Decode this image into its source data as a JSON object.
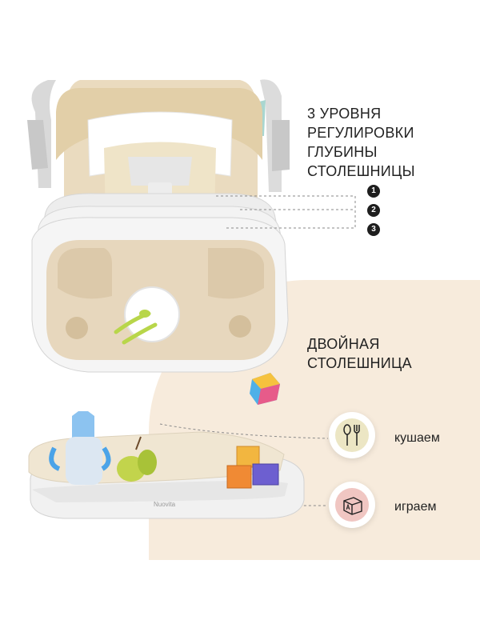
{
  "headings": {
    "depth_levels_line1": "3 УРОВНЯ РЕГУЛИРОВКИ",
    "depth_levels_line2": "ГЛУБИНЫ СТОЛЕШНИЦЫ",
    "double_tray_line1": "ДВОЙНАЯ",
    "double_tray_line2": "СТОЛЕШНИЦА"
  },
  "levels": [
    "1",
    "2",
    "3"
  ],
  "features": [
    {
      "label": "кушаем",
      "icon": "fork-spoon-icon",
      "color": "#ece6c4"
    },
    {
      "label": "играем",
      "icon": "toy-cube-icon",
      "color": "#f0c6c2"
    }
  ],
  "brand_mark": "Nuovita",
  "colors": {
    "beige_background": "#f7ebdc",
    "seat_beige": "#e9d9bb",
    "tray_white": "#f4f4f4",
    "accent_dark": "#1e1e1e"
  }
}
